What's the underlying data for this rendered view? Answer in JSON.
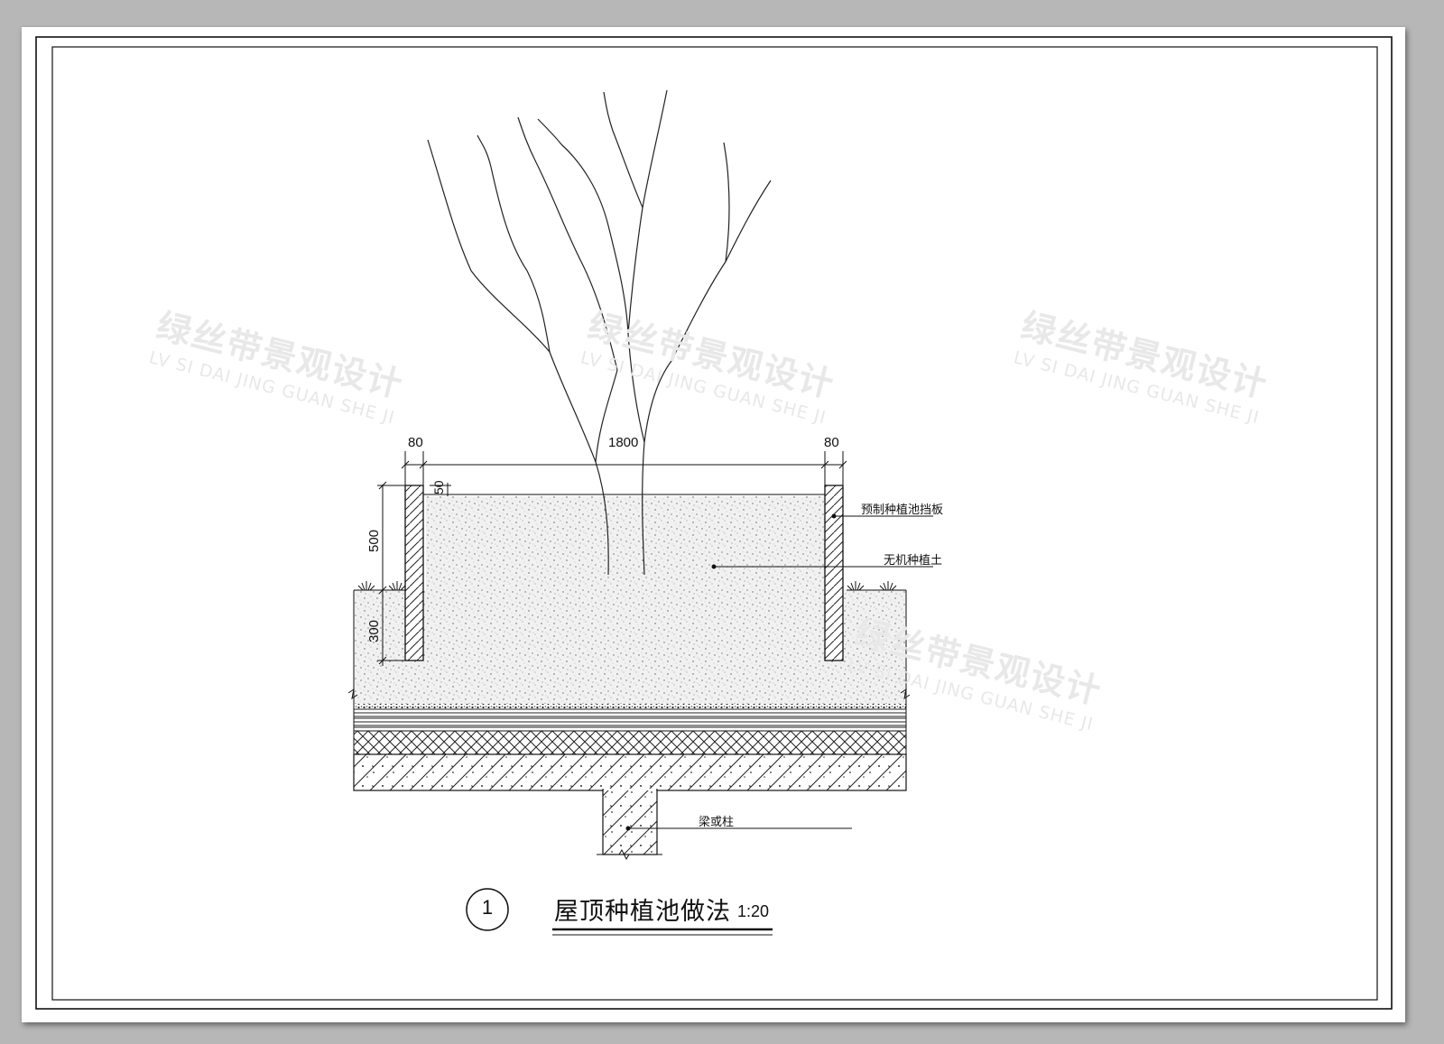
{
  "watermark": {
    "cn": "绿丝带景观设计",
    "en": "LV SI DAI JING GUAN SHE JI"
  },
  "dimensions": {
    "left_wall": "80",
    "span": "1800",
    "right_wall": "80",
    "top_gap": "50",
    "above_ground": "500",
    "below_ground": "300"
  },
  "labels": {
    "precast_board": "预制种植池挡板",
    "inorganic_soil": "无机种植土",
    "beam_or_column": "梁或柱"
  },
  "title": {
    "number": "1",
    "text": "屋顶种植池做法",
    "scale": "1:20"
  }
}
